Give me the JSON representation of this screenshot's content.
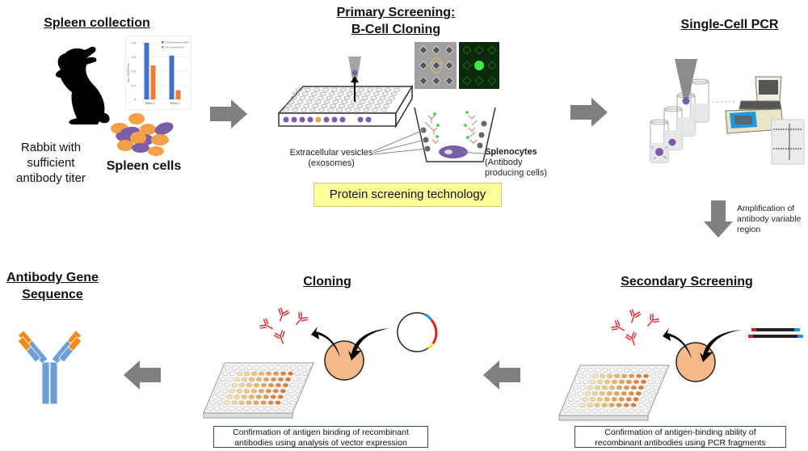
{
  "stages": {
    "spleen_collection": {
      "title": "Spleen collection",
      "rabbit_caption": "Rabbit with sufficient antibody titer",
      "rabbit_caption_lines": [
        "Rabbit with",
        "sufficient",
        "antibody titer"
      ],
      "cells_caption": "Spleen cells"
    },
    "primary_screening": {
      "title_line1": "Primary Screening:",
      "title_line2": "B-Cell Cloning",
      "vesicles_label_line1": "Extracellular vesicles",
      "vesicles_label_line2": "(exosomes)",
      "splenocytes_label": "Splenocytes",
      "splenocytes_sub_line1": "(Antibody",
      "splenocytes_sub_line2": "producing cells)",
      "technology_box": "Protein screening technology"
    },
    "single_cell_pcr": {
      "title": "Single-Cell PCR",
      "amplification_note_lines": [
        "Amplification of",
        "antibody variable",
        "region"
      ]
    },
    "secondary_screening": {
      "title": "Secondary Screening",
      "note_line1": "Confirmation  of antigen-binding  ability of",
      "note_line2": "recombinant  antibodies  using PCR fragments"
    },
    "cloning": {
      "title": "Cloning",
      "note_line1": "Confirmation  of antigen binding of recombinant",
      "note_line2": "antibodies  using analysis of vector expression"
    },
    "antibody_gene_sequence": {
      "title_line1": "Antibody Gene",
      "title_line2": "Sequence"
    }
  },
  "flow_arrows": [
    {
      "from": "spleen_collection",
      "to": "primary_screening",
      "direction": "right"
    },
    {
      "from": "primary_screening",
      "to": "single_cell_pcr",
      "direction": "right"
    },
    {
      "from": "single_cell_pcr",
      "to": "secondary_screening",
      "direction": "down"
    },
    {
      "from": "secondary_screening",
      "to": "cloning",
      "direction": "left"
    },
    {
      "from": "cloning",
      "to": "antibody_gene_sequence",
      "direction": "left"
    }
  ],
  "colors": {
    "arrow_gray": "#7f7f7f",
    "bar_blue": "#4472c4",
    "bar_orange": "#ed7d31",
    "cell_orange": "#f4a046",
    "cell_purple": "#7b5ea7",
    "highlight_yellow": "#ffff99",
    "antibody_red": "#e03030",
    "antibody_blue": "#6d9fd4",
    "antibody_orange": "#f08a1c",
    "host_cell": "#f7b88a",
    "pcr_screen_blue": "#1e9be0"
  },
  "inset_chart": {
    "chart_data": {
      "type": "bar",
      "categories": [
        "RMo.1",
        "RMo.2"
      ],
      "series": [
        {
          "name": "CCHO transient/LMSV",
          "values": [
            0.4,
            0.31
          ]
        },
        {
          "name": "CHO parent/LMSV",
          "values": [
            0.24,
            0.065
          ]
        }
      ],
      "ylim": [
        0,
        0.4
      ],
      "yticks": [
        "0",
        "0.1",
        "0.2",
        "0.3",
        "0.4"
      ],
      "ylabel": "Abs. 450/650 nm",
      "legend": "top-right"
    }
  }
}
